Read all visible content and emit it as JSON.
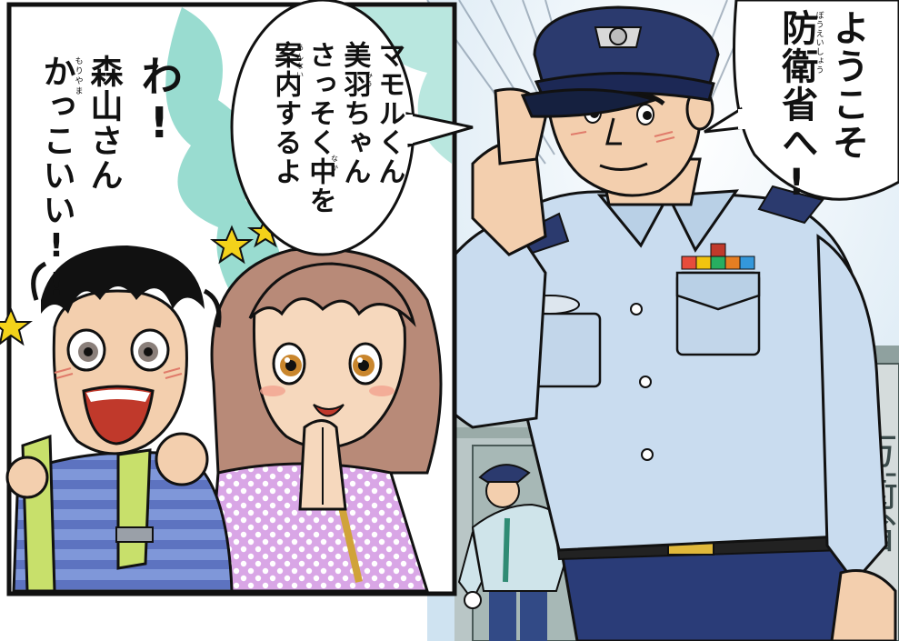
{
  "speech": {
    "officer": {
      "line1": "ようこそ",
      "line2": "防衛省へ!",
      "ruby": "ぼうえいしょう"
    },
    "guide": {
      "line1": "マモルくん",
      "line2": "美羽ちゃん",
      "line3": "さっそく中を",
      "line4": "案内するよ",
      "ruby_miu": "みう",
      "ruby_annai": "あんない",
      "ruby_naka": "なか"
    },
    "kids": {
      "line1": "わ!",
      "line2": "森山さん",
      "line3": "かっこいい!!",
      "ruby": "もりやま"
    }
  },
  "signage": {
    "building_sign": "方衛省"
  },
  "colors": {
    "uniform_blue": "#c9dcef",
    "cap_navy": "#2b3a6e",
    "trousers_navy": "#2a3c78",
    "skin": "#f3cfae",
    "girl_hair": "#b88a78",
    "boy_hair": "#111111",
    "backdrop_teal": "#7fd3c4",
    "sky": "#dcecf6",
    "star": "#f3d21a"
  }
}
